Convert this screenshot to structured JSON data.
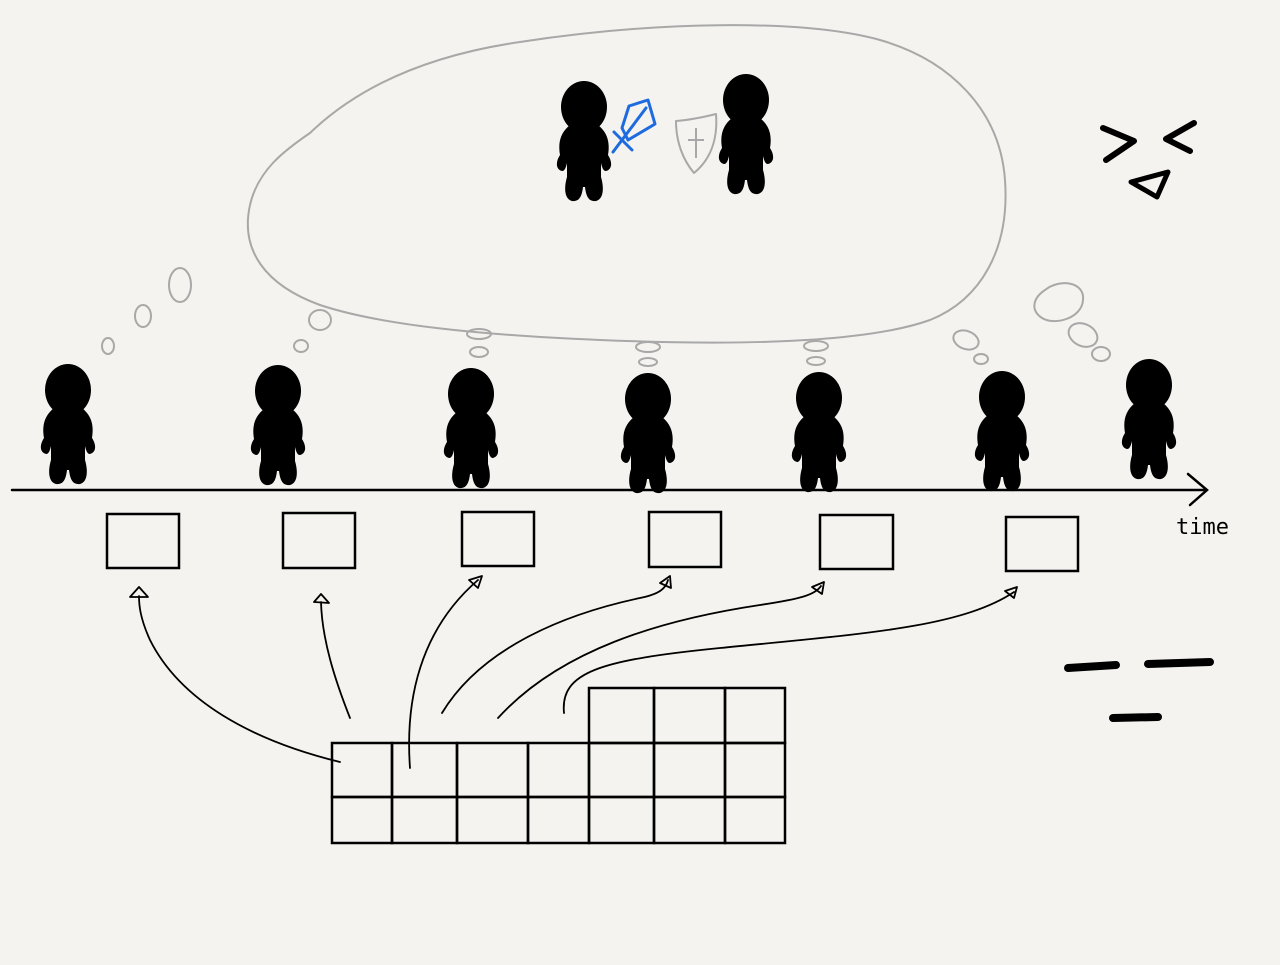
{
  "background_color": "#f4f3ef",
  "ink_color": "#000000",
  "thought_outline_color": "#a8a8a8",
  "sword_color": "#1e6be0",
  "axis": {
    "label": "time"
  },
  "timeline": {
    "person_count": 7,
    "box_count": 6
  },
  "thought_scene": {
    "items": [
      "figure-with-sword",
      "shield",
      "figure-behind-shield"
    ]
  },
  "emoticon": {
    "style": "squinting face"
  },
  "block_stack": {
    "columns": [
      2,
      2,
      2,
      2,
      3,
      3,
      3
    ]
  }
}
